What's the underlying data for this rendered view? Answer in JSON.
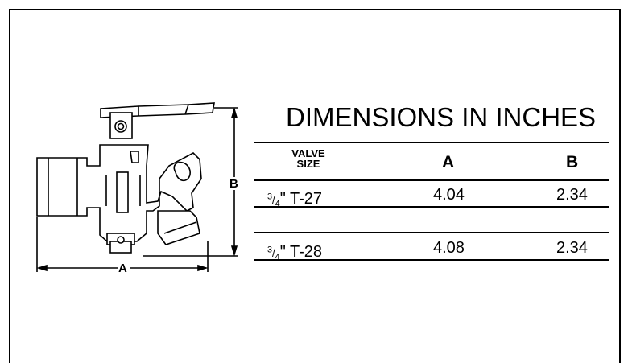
{
  "table": {
    "title": "DIMENSIONS IN INCHES",
    "headers": {
      "size_line1": "VALVE",
      "size_line2": "SIZE",
      "a": "A",
      "b": "B"
    },
    "rows": [
      {
        "size_num": "3",
        "size_den": "4",
        "size_rest": "\" T-27",
        "a": "4.04",
        "b": "2.34"
      },
      {
        "size_num": "3",
        "size_den": "4",
        "size_rest": "\" T-28",
        "a": "4.08",
        "b": "2.34"
      }
    ]
  },
  "drawing": {
    "dim_a_label": "A",
    "dim_b_label": "B"
  }
}
